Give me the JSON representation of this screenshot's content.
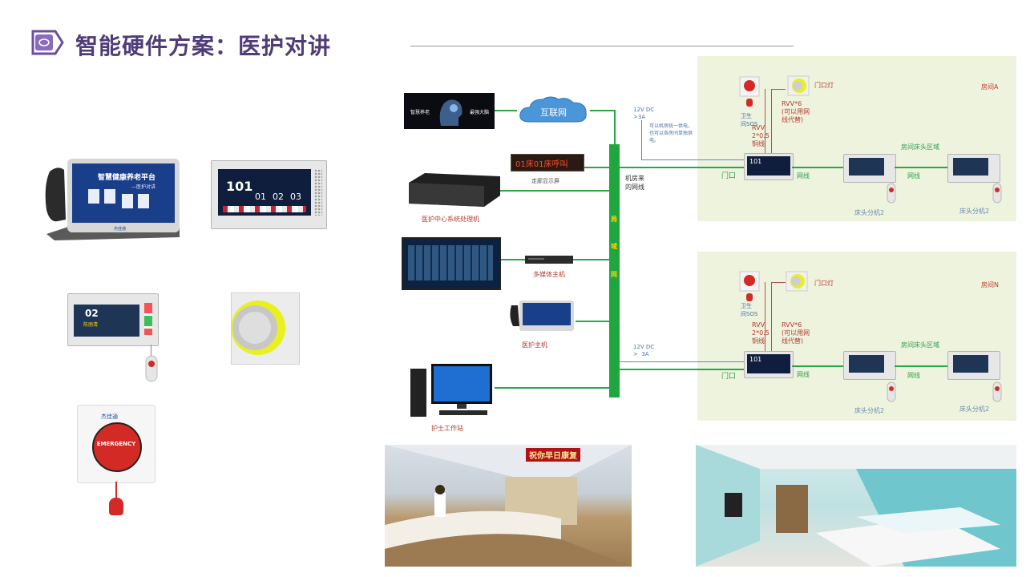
{
  "title": "智能硬件方案：医护对讲",
  "left_devices": {
    "desk_phone_screen": "智慧健康养老平台",
    "desk_phone_sub": "—医护对讲",
    "desk_phone_brand": "杰佳通",
    "door_display_number": "101",
    "door_display_beds": [
      "01",
      "02",
      "03"
    ],
    "bed_terminal_bed": "02",
    "bed_terminal_name": "陈丽清",
    "emergency_brand": "杰佳通",
    "emergency_label": "EMERGENCY"
  },
  "diagram": {
    "bigscreen_texts": [
      "智慧养老",
      "最强大脑"
    ],
    "internet_label": "互联网",
    "led_text": "01床01床呼叫",
    "corridor_display_label": "走廊显示屏",
    "server_label": "医护中心系统处理机",
    "multimedia_label": "多媒体主机",
    "master_label": "医护主机",
    "nurse_station_label": "护士工作站",
    "backbone_label": "机房来的网线",
    "lan_vertical": [
      "局",
      "域",
      "网"
    ],
    "power_top": "12V DC\n>3A",
    "power_note": "可以机房统一供电，也可以各房间单独供电。",
    "power_bottom": "12V DC\n>  3A",
    "room_a": {
      "name": "房间A",
      "sos": "卫生\n间SOS",
      "door_light": "门口灯",
      "rvv1": "RVV\n2*0.5\n铜线",
      "rvv2": "RVV*6\n(可以用网\n线代替)",
      "door": "门口",
      "net1": "网线",
      "net2": "网线",
      "bed_zone": "房间床头区域",
      "bed1": "床头分机2",
      "bed2": "床头分机2",
      "door_num": "101"
    },
    "room_n": {
      "name": "房间N",
      "sos": "卫生\n间SOS",
      "door_light": "门口灯",
      "rvv1": "RVV\n2*0.5\n铜线",
      "rvv2": "RVV*6\n(可以用网\n线代替)",
      "door": "门口",
      "net1": "网线",
      "net2": "网线",
      "bed_zone": "房间床头区域",
      "bed1": "床头分机2",
      "bed2": "床头分机2",
      "door_num": "101"
    }
  },
  "photos": {
    "hall_banner": "祝你早日康复"
  },
  "colors": {
    "title": "#4f3c78",
    "zone_bg": "#eef3de",
    "network_green": "#27a845",
    "emergency_red": "#d42a25"
  }
}
